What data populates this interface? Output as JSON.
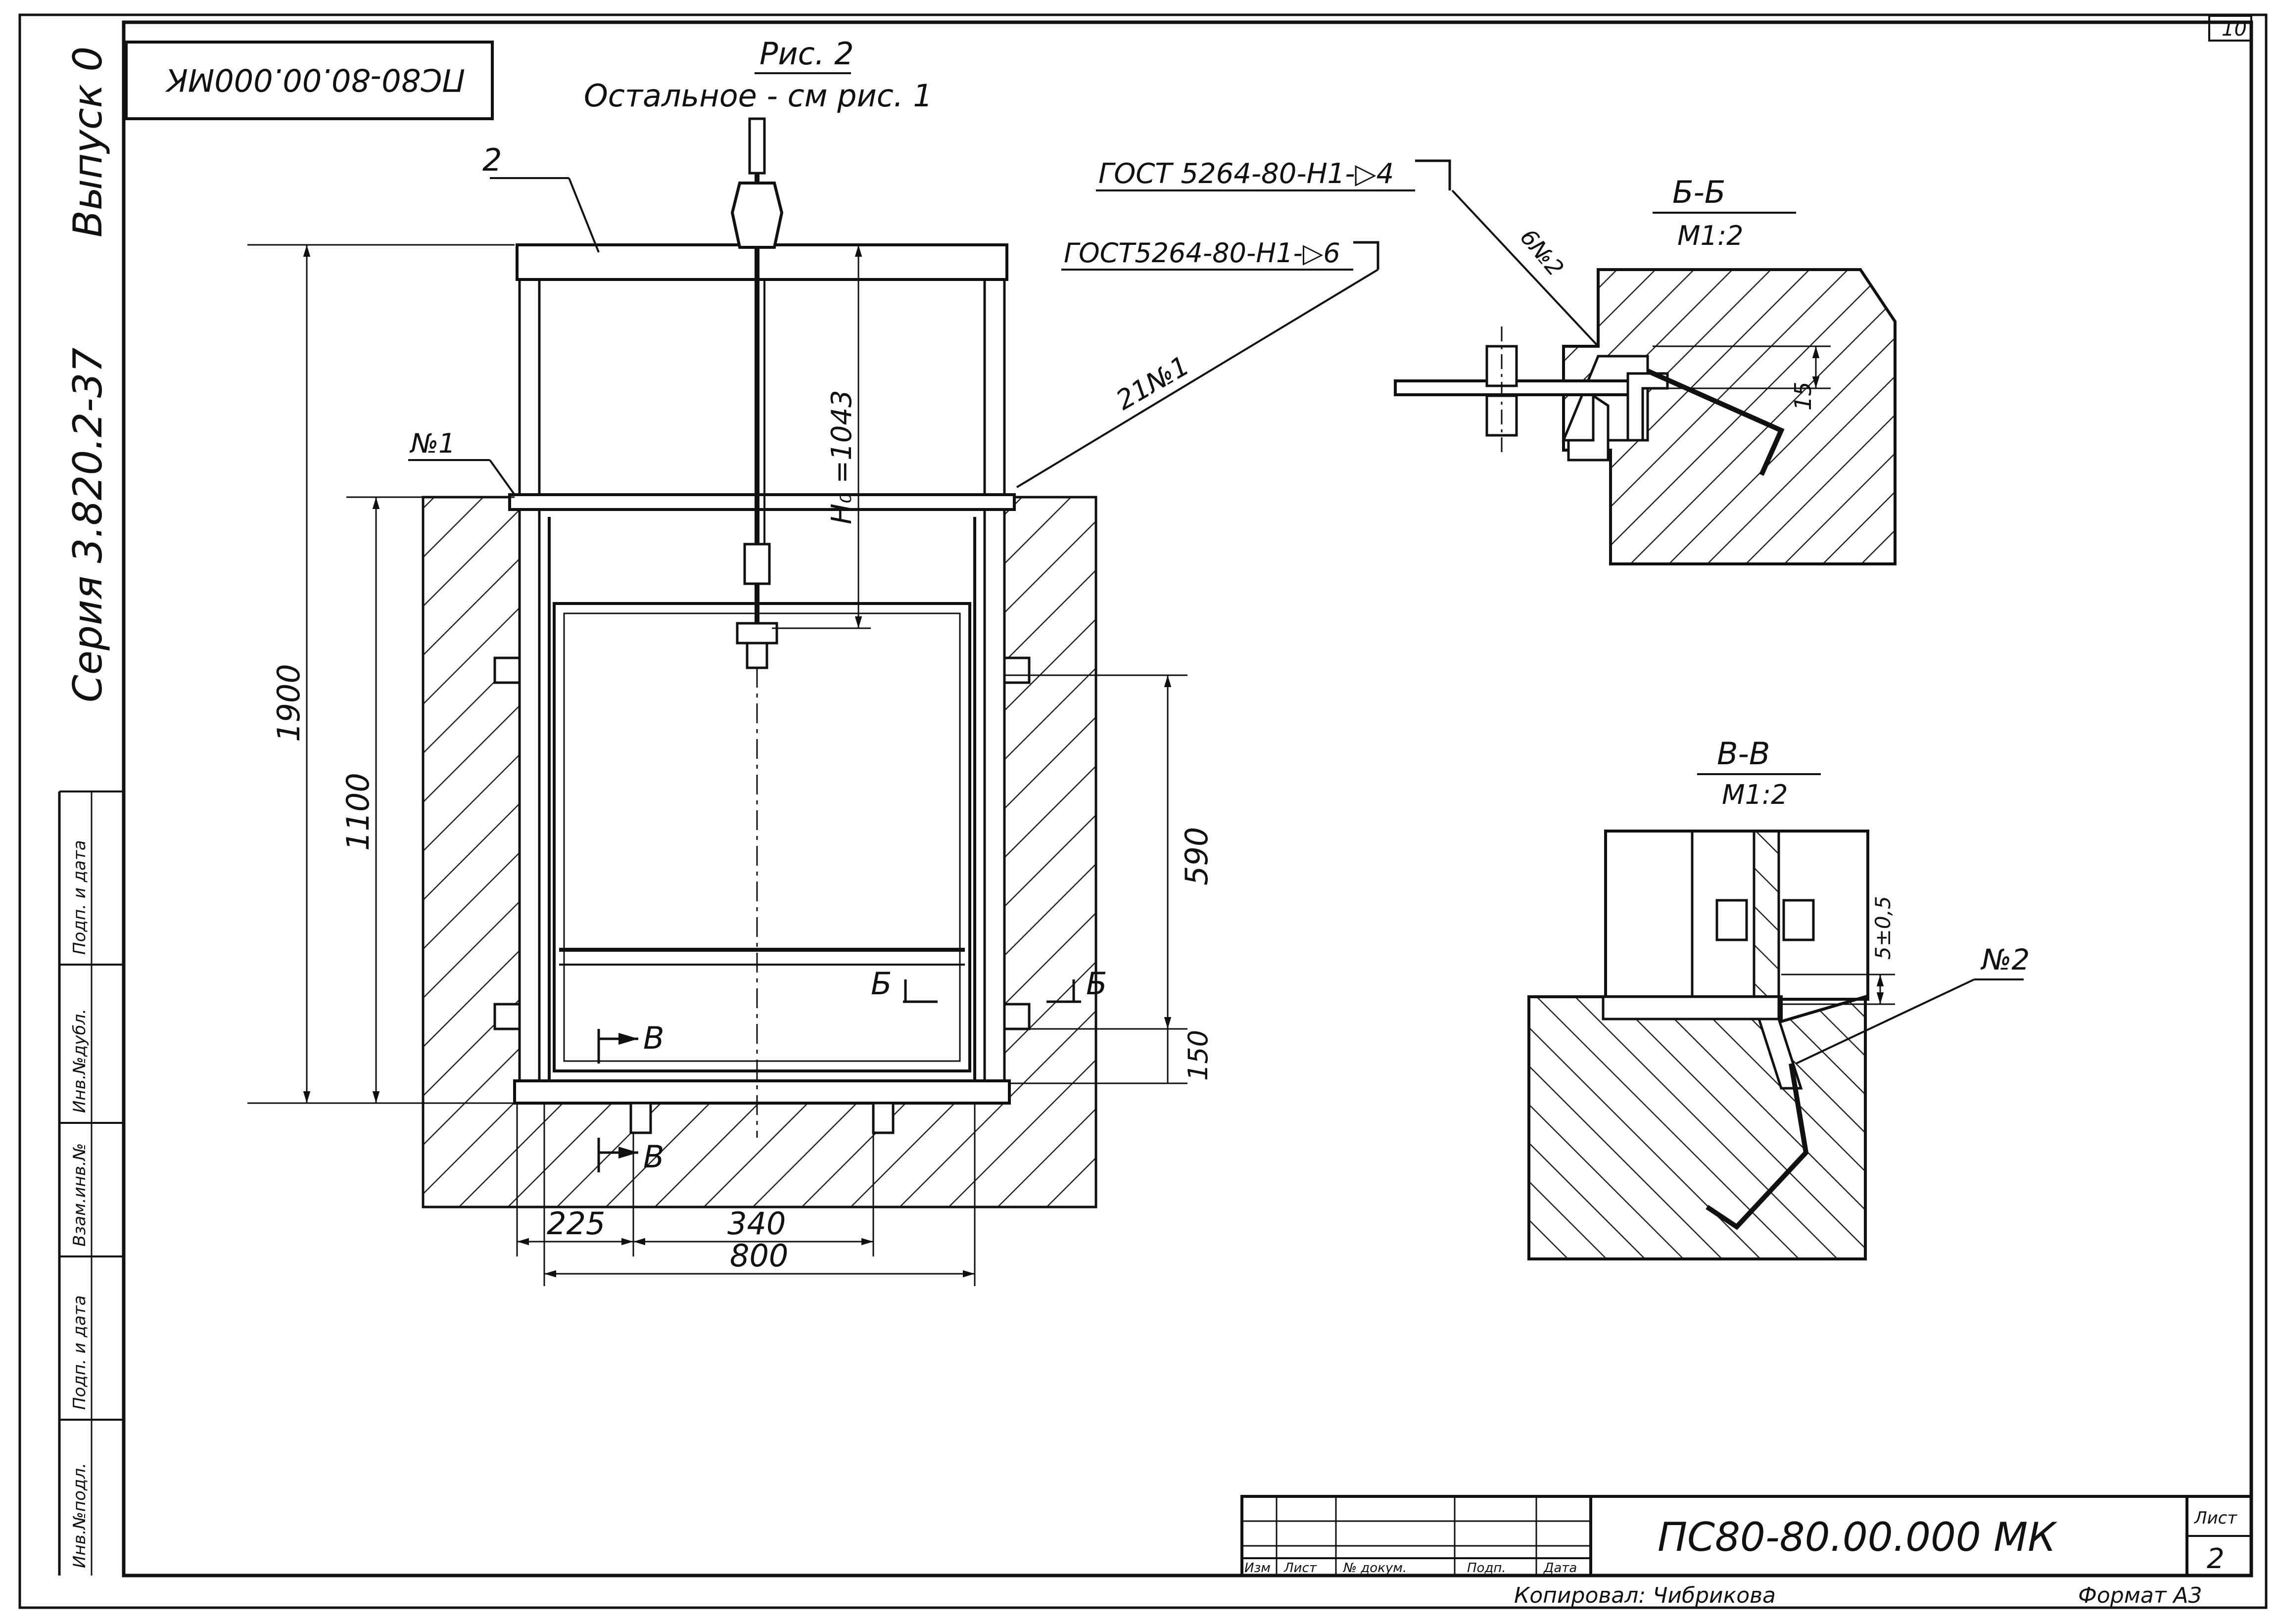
{
  "top_left_stamp": "ПС80-80.00.000МК",
  "sheet_number": "10",
  "side_strip": {
    "issue": "Выпуск 0",
    "series": "Серия 3.820.2-37"
  },
  "side_columns": [
    "Инв.№подл.",
    "Подп. и дата",
    "Взам.инв.№",
    "Инв.№дубл.",
    "Подп. и дата"
  ],
  "figure": {
    "title": "Рис. 2",
    "subtitle": "Остальное - см рис. 1"
  },
  "leaders": {
    "part2": "2",
    "weld_top": "ГОСТ 5264-80-Н1-▷4",
    "weld_mid": "ГОСТ5264-80-Н1-▷6",
    "label_21": "21№1",
    "label_n1": "№1",
    "label_6n2": "6№2",
    "label_n2": "№2"
  },
  "dimensions": {
    "d1900": "1900",
    "d1100": "1100",
    "h0": "H₀ =1043",
    "d590": "590",
    "d150": "150",
    "d225": "225",
    "d340": "340",
    "d800": "800",
    "d15": "15",
    "d5": "5±0,5"
  },
  "section_marks": {
    "b_right": "Б",
    "b_left": "Б",
    "v_top": "В",
    "v_bottom": "В"
  },
  "sections": {
    "bb_title": "Б-Б",
    "bb_scale": "М1:2",
    "vv_title": "В-В",
    "vv_scale": "М1:2"
  },
  "title_block": {
    "designation": "ПС80-80.00.000 МК",
    "sheet_label": "Лист",
    "sheet": "2",
    "columns": [
      "Изм",
      "Лист",
      "№ докум.",
      "Подп.",
      "Дата"
    ],
    "copied": "Копировал: Чибрикова",
    "format": "Формат А3"
  }
}
